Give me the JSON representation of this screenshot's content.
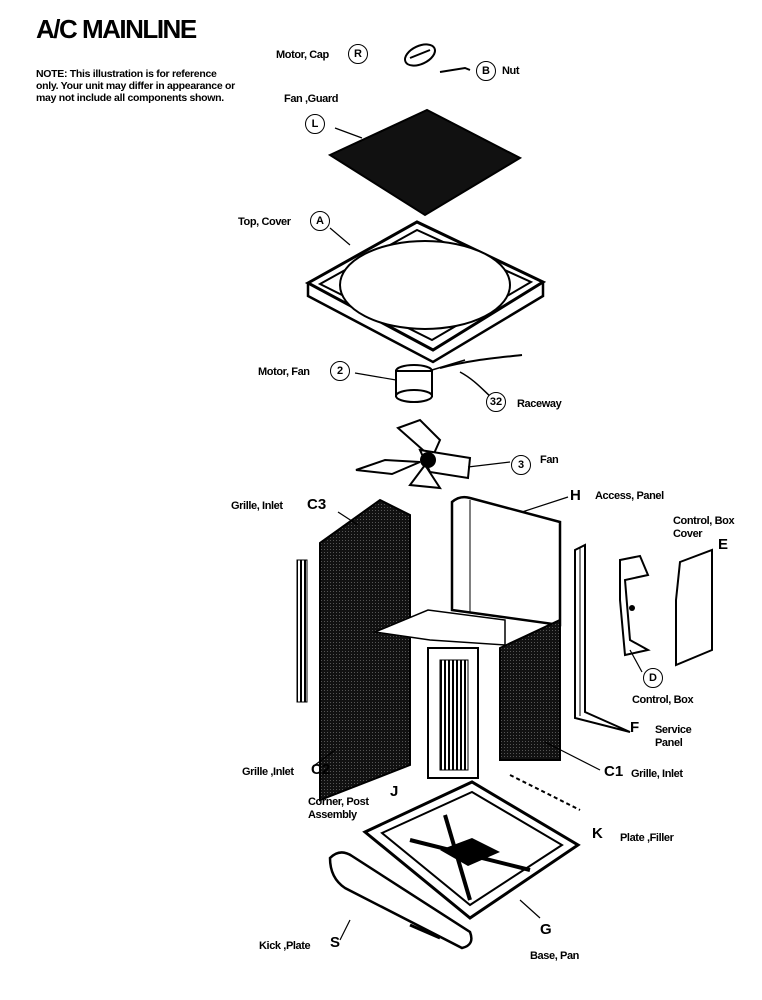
{
  "title": "A/C MAINLINE",
  "note": "NOTE: This illustration is for reference only. Your unit may differ in appearance or may not include all components shown.",
  "parts": [
    {
      "key": "R",
      "label": "Motor, Cap"
    },
    {
      "key": "B",
      "label": "Nut"
    },
    {
      "key": "L",
      "label": "Fan ,Guard"
    },
    {
      "key": "A",
      "label": "Top, Cover"
    },
    {
      "key": "2",
      "label": "Motor, Fan"
    },
    {
      "key": "32",
      "label": "Raceway"
    },
    {
      "key": "3",
      "label": "Fan"
    },
    {
      "key": "C3",
      "label": "Grille, Inlet"
    },
    {
      "key": "H",
      "label": "Access, Panel"
    },
    {
      "key": "E",
      "label": "Control, Box Cover"
    },
    {
      "key": "D",
      "label": "Control, Box"
    },
    {
      "key": "F",
      "label": "Service Panel"
    },
    {
      "key": "C2",
      "label": "Grille ,Inlet"
    },
    {
      "key": "C1",
      "label": "Grille, Inlet"
    },
    {
      "key": "J",
      "label": "Corner, Post Assembly"
    },
    {
      "key": "K",
      "label": "Plate ,Filler"
    },
    {
      "key": "G",
      "label": "Base, Pan"
    },
    {
      "key": "S",
      "label": "Kick ,Plate"
    }
  ]
}
